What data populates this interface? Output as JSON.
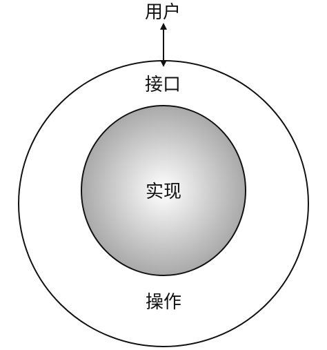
{
  "diagram": {
    "labels": {
      "user": "用户",
      "interface": "接口",
      "implementation": "实现",
      "operation": "操作"
    },
    "colors": {
      "stroke": "#111111",
      "outer_fill": "#ffffff",
      "inner_fill_center": "#ffffff",
      "inner_fill_edge": "#a9a9a9"
    }
  }
}
